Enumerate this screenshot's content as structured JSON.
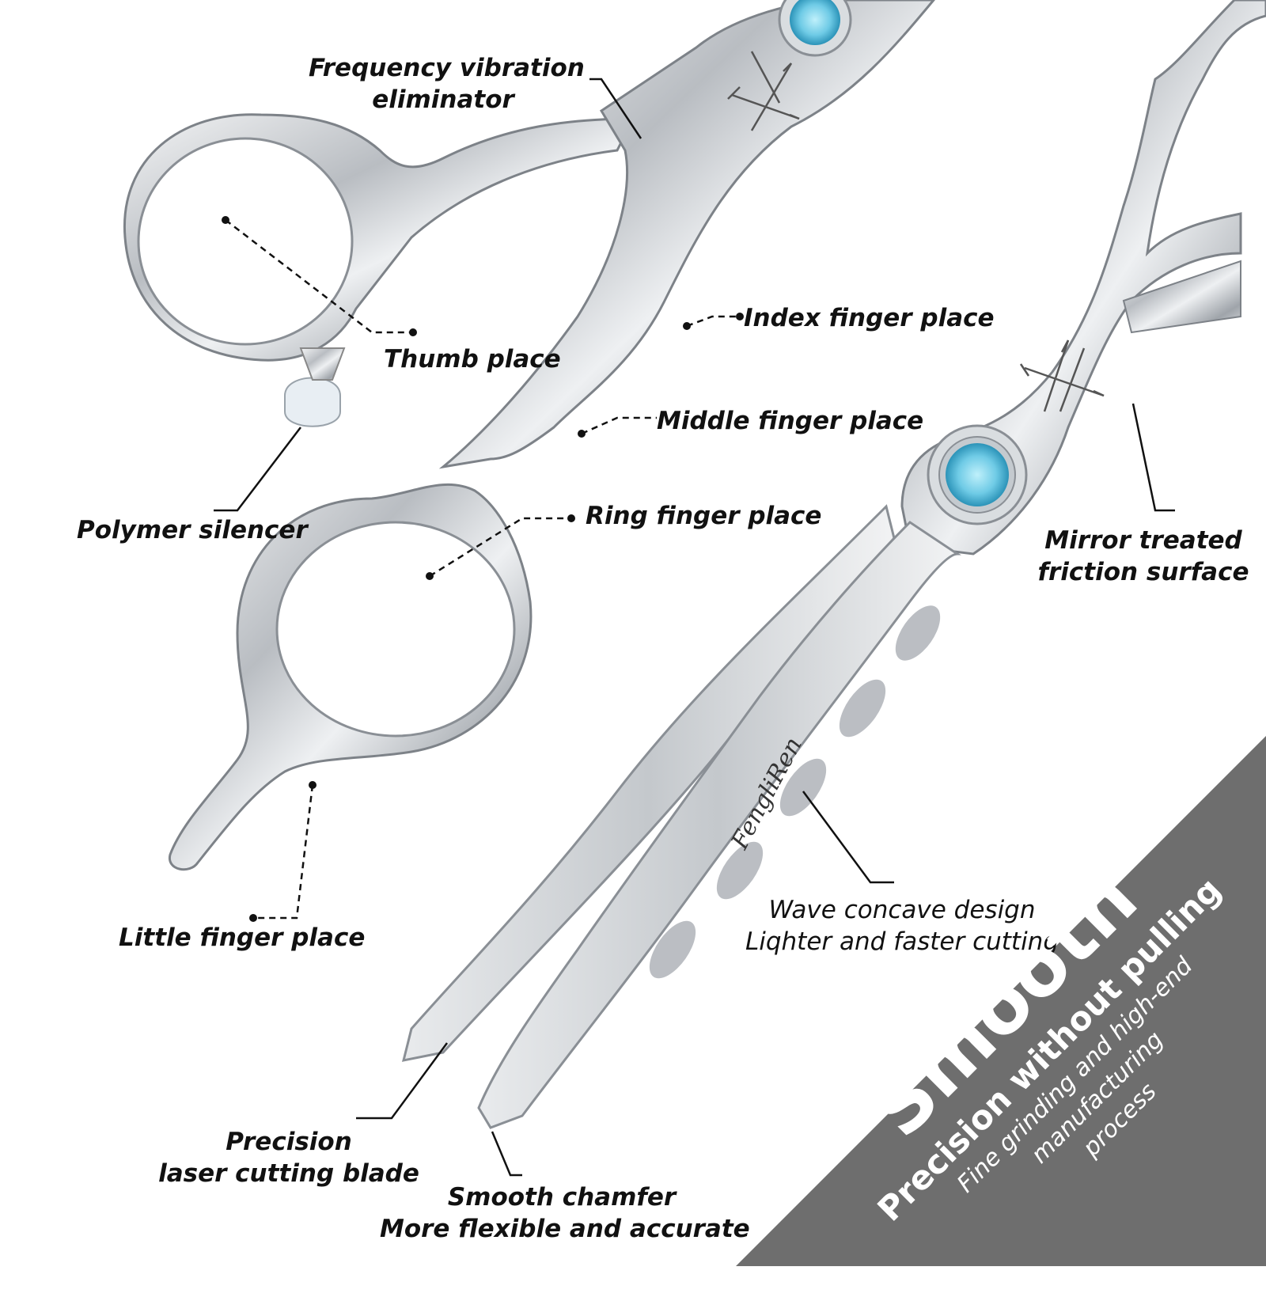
{
  "labels": {
    "frequency": [
      "Frequency vibration",
      "eliminator"
    ],
    "index": "Index finger place",
    "thumb": "Thumb place",
    "middle": "Middle finger place",
    "polymer": "Polymer silencer",
    "ring": "Ring finger place",
    "mirror": [
      "Mirror treated",
      "friction surface"
    ],
    "little": "Little finger place",
    "wave": [
      "Wave concave design",
      "Liqhter and faster cutting"
    ],
    "precision": [
      "Precision",
      "laser cutting blade"
    ],
    "chamfer": [
      "Smooth chamfer",
      "More flexible and accurate"
    ]
  },
  "brand": "FengliRen",
  "banner": {
    "title": "Smooth",
    "subtitle": "Precision without pulling",
    "description": [
      "Fine grinding and high-end",
      "manufacturing",
      "process"
    ],
    "color": "#6e6e6e"
  },
  "colors": {
    "gem": "#6fcbe6",
    "steel": "#c9ccd0"
  }
}
